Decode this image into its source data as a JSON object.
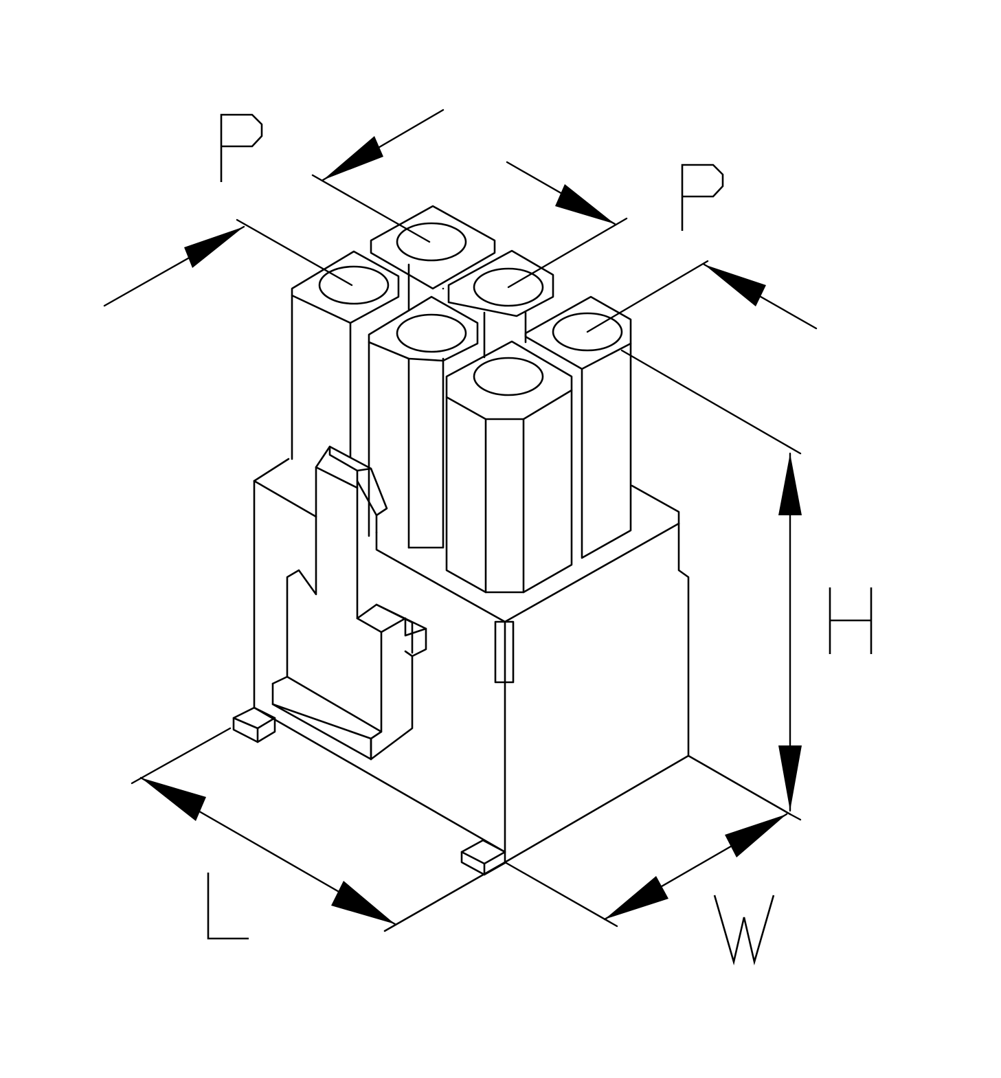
{
  "diagram": {
    "labels": {
      "pitch_left": "P",
      "pitch_right": "P",
      "height": "H",
      "length": "L",
      "width": "W"
    },
    "colors": {
      "stroke": "#000000",
      "background": "#ffffff"
    }
  }
}
